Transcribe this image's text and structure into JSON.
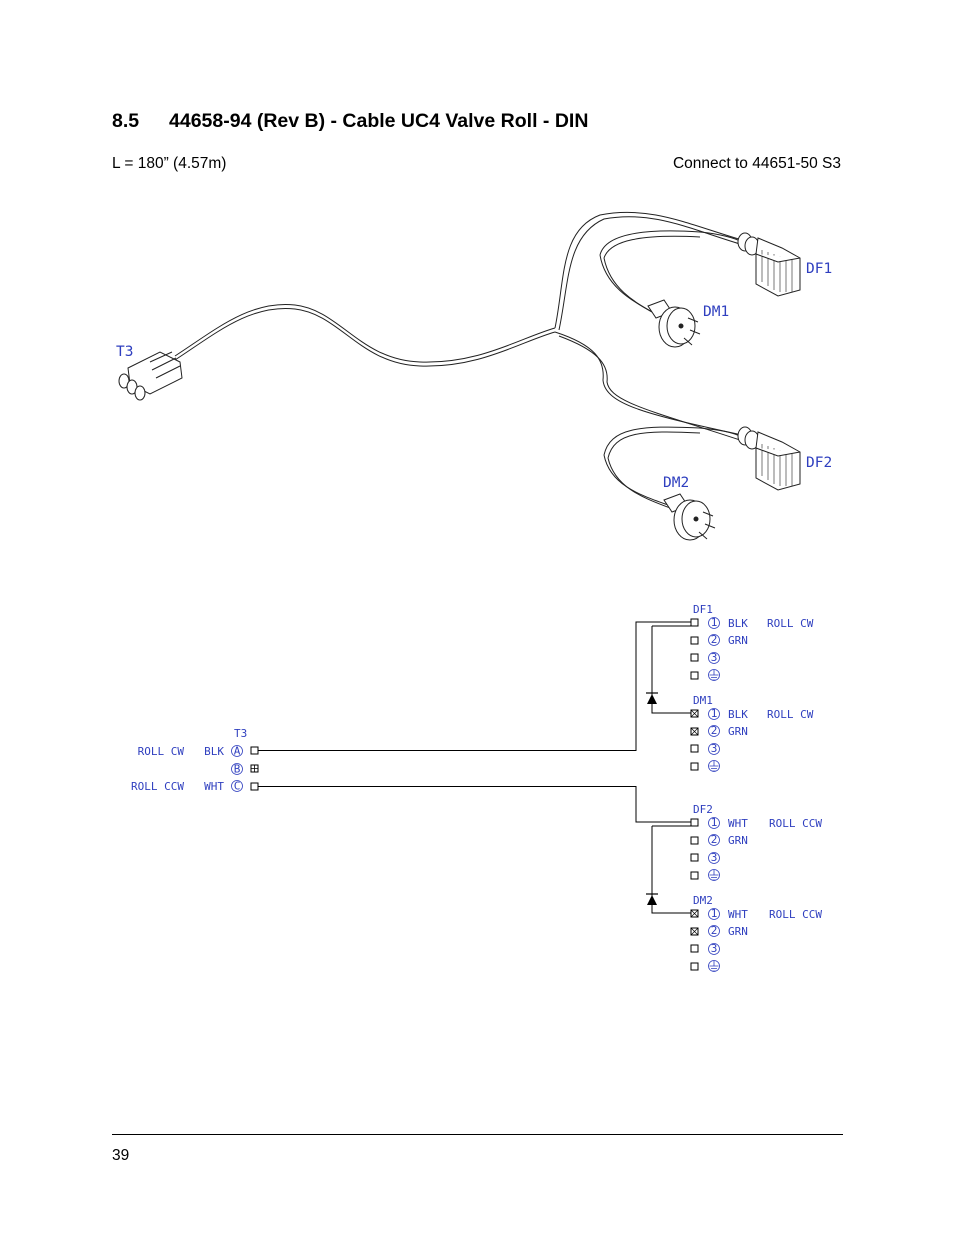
{
  "heading": {
    "number": "8.5",
    "title": "44658-94 (Rev B) - Cable UC4 Valve Roll - DIN"
  },
  "length": "L = 180” (4.57m)",
  "connect": "Connect to 44651-50 S3",
  "drawing_labels": {
    "t3": "T3",
    "dm1": "DM1",
    "df1": "DF1",
    "dm2": "DM2",
    "df2": "DF2"
  },
  "schematic": {
    "t3": {
      "title": "T3",
      "rows": [
        {
          "signal": "ROLL CW",
          "color": "BLK",
          "pin": "A"
        },
        {
          "signal": "",
          "color": "",
          "pin": "B"
        },
        {
          "signal": "ROLL CCW",
          "color": "WHT",
          "pin": "C"
        }
      ]
    },
    "connectors": [
      {
        "title": "DF1",
        "rows": [
          {
            "pin": "1",
            "color": "BLK",
            "signal": "ROLL CW"
          },
          {
            "pin": "2",
            "color": "GRN",
            "signal": ""
          },
          {
            "pin": "3",
            "color": "",
            "signal": ""
          },
          {
            "pin": "ground",
            "color": "",
            "signal": ""
          }
        ]
      },
      {
        "title": "DM1",
        "rows": [
          {
            "pin": "1",
            "color": "BLK",
            "signal": "ROLL CW"
          },
          {
            "pin": "2",
            "color": "GRN",
            "signal": ""
          },
          {
            "pin": "3",
            "color": "",
            "signal": ""
          },
          {
            "pin": "ground",
            "color": "",
            "signal": ""
          }
        ]
      },
      {
        "title": "DF2",
        "rows": [
          {
            "pin": "1",
            "color": "WHT",
            "signal": "ROLL CCW"
          },
          {
            "pin": "2",
            "color": "GRN",
            "signal": ""
          },
          {
            "pin": "3",
            "color": "",
            "signal": ""
          },
          {
            "pin": "ground",
            "color": "",
            "signal": ""
          }
        ]
      },
      {
        "title": "DM2",
        "rows": [
          {
            "pin": "1",
            "color": "WHT",
            "signal": "ROLL CCW"
          },
          {
            "pin": "2",
            "color": "GRN",
            "signal": ""
          },
          {
            "pin": "3",
            "color": "",
            "signal": ""
          },
          {
            "pin": "ground",
            "color": "",
            "signal": ""
          }
        ]
      }
    ]
  },
  "colors": {
    "label_blue": "#2f3fbf",
    "line": "#000000"
  },
  "page_number": "39"
}
